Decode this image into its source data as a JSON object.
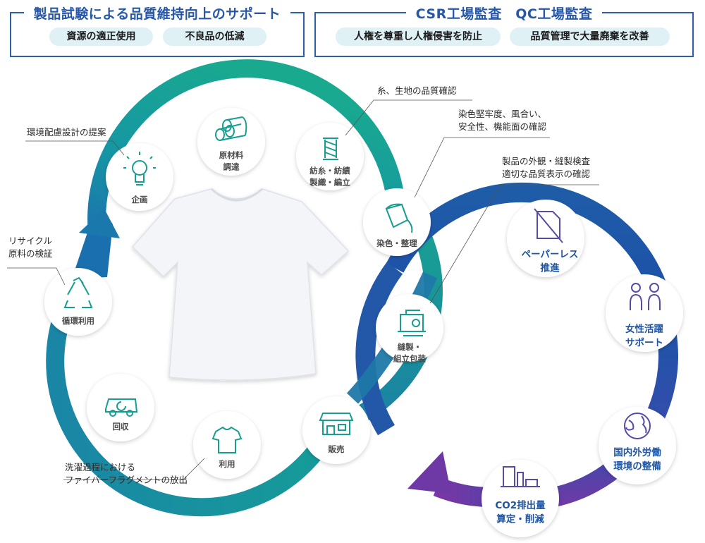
{
  "header_left": {
    "title": "製品試験による品質維持向上のサポート",
    "pills": [
      "資源の適正使用",
      "不良品の低減"
    ]
  },
  "header_right": {
    "title": "CSR工場監査　QC工場監査",
    "pills": [
      "人権を尊重し人権侵害を防止",
      "品質管理で大量廃棄を改善"
    ]
  },
  "left_cycle": {
    "nodes": [
      {
        "id": "plan",
        "lines": [
          "企画"
        ],
        "icon": "lightbulb-icon"
      },
      {
        "id": "material",
        "lines": [
          "原材料",
          "調達"
        ],
        "icon": "fabric-rolls-icon"
      },
      {
        "id": "spinning",
        "lines": [
          "紡糸・紡績",
          "製織・編立"
        ],
        "icon": "thread-spool-icon"
      },
      {
        "id": "dyeing",
        "lines": [
          "染色・整理"
        ],
        "icon": "dye-bucket-icon"
      },
      {
        "id": "sewing",
        "lines": [
          "縫製・",
          "組立包装"
        ],
        "icon": "sewing-machine-icon"
      },
      {
        "id": "sales",
        "lines": [
          "販売"
        ],
        "icon": "storefront-icon"
      },
      {
        "id": "use",
        "lines": [
          "利用"
        ],
        "icon": "tshirt-icon"
      },
      {
        "id": "collect",
        "lines": [
          "回収"
        ],
        "icon": "recovery-truck-icon"
      },
      {
        "id": "recycle",
        "lines": [
          "循環利用"
        ],
        "icon": "recycle-icon"
      }
    ]
  },
  "right_cycle": {
    "nodes": [
      {
        "id": "paperless",
        "lines": [
          "ペーパーレス",
          "推進"
        ],
        "icon": "document-slash-icon"
      },
      {
        "id": "women",
        "lines": [
          "女性活躍",
          "サポート"
        ],
        "icon": "women-icon"
      },
      {
        "id": "labor",
        "lines": [
          "国内外労働",
          "環境の整備"
        ],
        "icon": "globe-icon"
      },
      {
        "id": "co2",
        "lines": [
          "CO2排出量",
          "算定・削減"
        ],
        "icon": "co2-chart-icon"
      }
    ]
  },
  "annotations": {
    "fabric_quality": [
      "糸、生地の品質確認"
    ],
    "dye_check": [
      "染色堅牢度、風合い、",
      "安全性、機能面の確認"
    ],
    "product_check": [
      "製品の外観・縫製検査",
      "適切な品質表示の確認"
    ],
    "eco_design": [
      "環境配慮設計の提案"
    ],
    "recycle_check": [
      "リサイクル",
      "原料の検証"
    ],
    "fiber_fragment": [
      "洗濯過程における",
      "ファイバーフラグメントの放出"
    ]
  },
  "colors": {
    "header_blue": "#2d5ea8",
    "teal": "#17a394",
    "blue": "#1f5fa8",
    "purple": "#6a3ba3",
    "pill_bg": "#dff1f5"
  }
}
